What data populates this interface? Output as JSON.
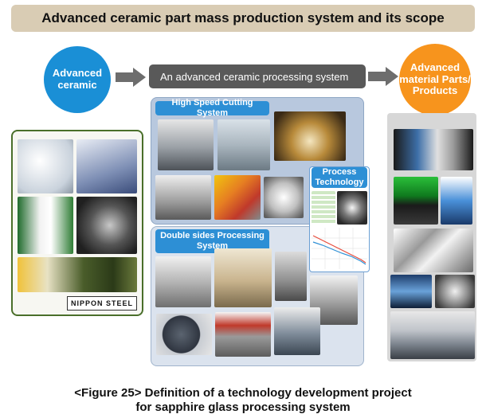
{
  "title": "Advanced ceramic part mass production system and its scope",
  "nodes": {
    "input": "Advanced ceramic",
    "process": "An advanced ceramic processing system",
    "output": "Advanced material Parts/ Products"
  },
  "subsystems": {
    "high_speed": "High Speed Cutting System",
    "double_sides": "Double sides Processing System",
    "process_tech": "Process Technology"
  },
  "logo_text": "NIPPON STEEL",
  "caption_line1": "<Figure 25> Definition of a technology development project",
  "caption_line2": "for sapphire glass processing system",
  "colors": {
    "title_bg": "#d9ccb4",
    "circle_blue": "#1a8fd6",
    "circle_orange": "#f7941d",
    "process_bar": "#595959",
    "arrow": "#6d6d6d",
    "tab_blue": "#2d8fd5",
    "left_border": "#4a6f2a"
  }
}
